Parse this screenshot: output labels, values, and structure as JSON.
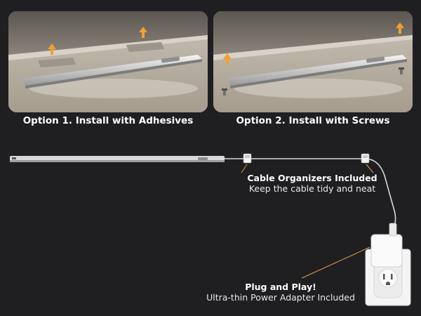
{
  "options": [
    {
      "caption": "Option 1. Install with Adhesives"
    },
    {
      "caption": "Option 2. Install with Screws"
    }
  ],
  "callouts": {
    "cable_title": "Cable Organizers Included",
    "cable_sub": "Keep the cable tidy and neat",
    "plug_title": "Plug and Play!",
    "plug_sub": "Ultra-thin Power Adapter Included"
  },
  "colors": {
    "background": "#1f1f22",
    "accent_arrow": "#f0a030",
    "leader_line": "#e0a040"
  },
  "icons": [
    "up-arrow-icon",
    "screw-icon",
    "cable-clip-icon",
    "power-adapter-icon",
    "wall-outlet-icon"
  ]
}
